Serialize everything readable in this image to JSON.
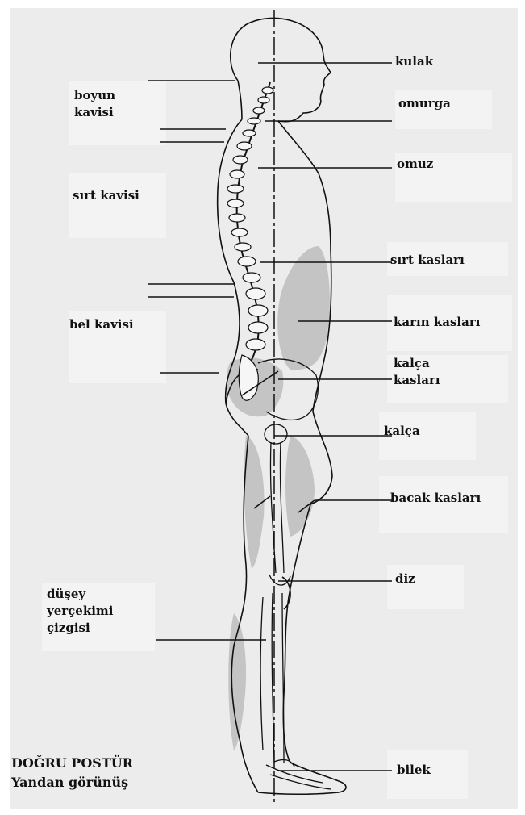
{
  "labels": {
    "kulak": "kulak",
    "omurga": "omurga",
    "omuz": "omuz",
    "sirt_kaslari": "sırt kasları",
    "karin_kaslari": "karın kasları",
    "kalca_kaslari_1": "kalça",
    "kalca_kaslari_2": "kasları",
    "kalca": "kalça",
    "bacak_kaslari": "bacak kasları",
    "diz": "diz",
    "bilek": "bilek",
    "boyun_kavisi_1": "boyun",
    "boyun_kavisi_2": "kavisi",
    "sirt_kavisi": "sırt kavisi",
    "bel_kavisi": "bel kavisi",
    "dusey_1": "düşey",
    "dusey_2": "yerçekimi",
    "dusey_3": "çizgisi"
  },
  "caption": {
    "title": "DOĞRU POSTÜR",
    "subtitle": "Yandan görünüş"
  },
  "colors": {
    "panel": "#ececec",
    "label_box": "#f3f3f3",
    "muscle_shade": "#c4c4c4",
    "outline": "#111111"
  }
}
